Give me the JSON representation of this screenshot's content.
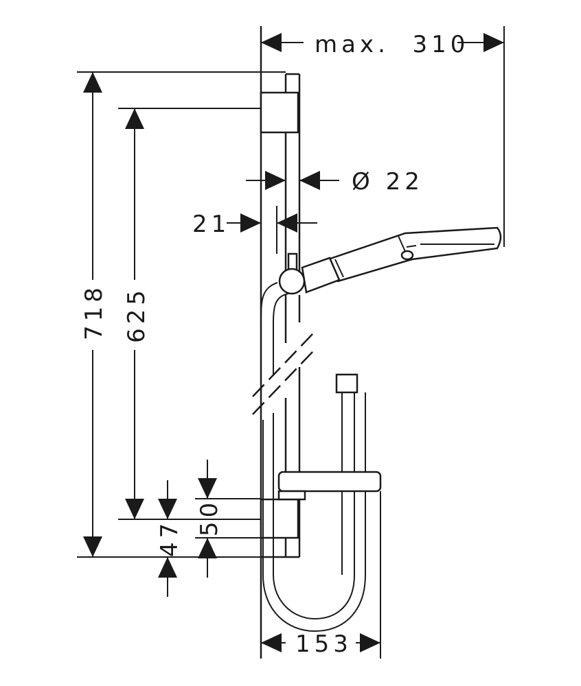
{
  "dimensions": {
    "max_reach": "max.  310",
    "rail_diameter": "Ø 22",
    "wall_offset": "21",
    "total_height": "718",
    "bracket_spacing": "625",
    "bracket_height_a": "50",
    "bracket_height_b": "47",
    "shelf_width": "153"
  },
  "colors": {
    "line": "#1a1a1a",
    "background": "#ffffff"
  }
}
